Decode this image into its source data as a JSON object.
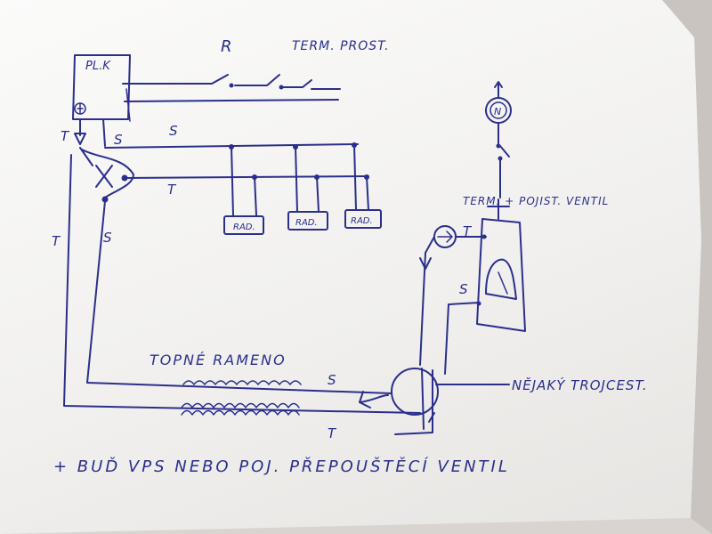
{
  "colors": {
    "ink": "#2a2f8c",
    "paper": "#f6f5f3"
  },
  "diagram": {
    "labels": {
      "relay": "R",
      "room_thermostat": "TERM. PROST.",
      "boiler": "PL.K",
      "supply_s": "S",
      "return_t": "T",
      "radiator": "RAD.",
      "safety_valve_note": "TERM. + POJIST. VENTIL",
      "heating_arm": "TOPNÉ RAMENO",
      "some_junction": "NĚJAKÝ TROJCEST.",
      "footnote": "+ BUĎ VPS NEBO POJ. PŘEPOUŠTĚCÍ VENTIL"
    }
  }
}
